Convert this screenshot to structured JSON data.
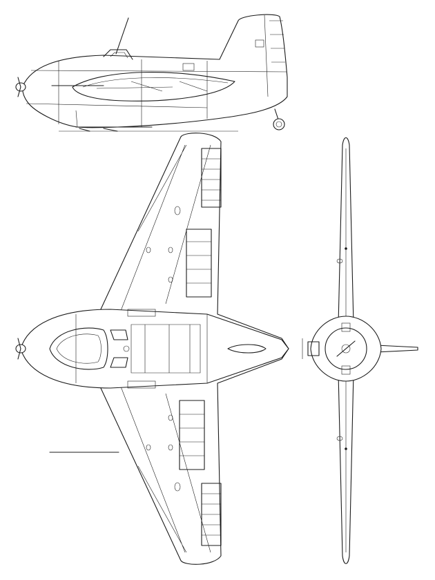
{
  "diagram": {
    "views": [
      {
        "id": "side",
        "label": ""
      },
      {
        "id": "top",
        "label": ""
      },
      {
        "id": "front",
        "label": ""
      }
    ],
    "colors": {
      "line": "#1a1a1a",
      "background": "#ffffff"
    }
  }
}
